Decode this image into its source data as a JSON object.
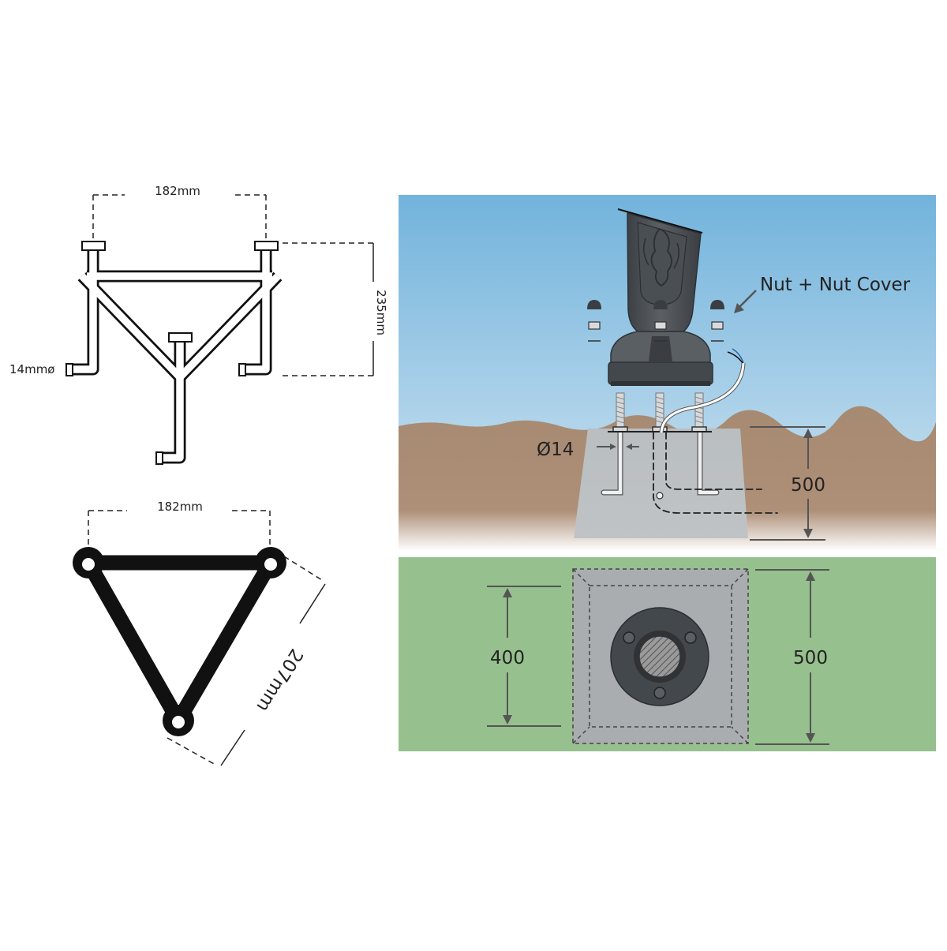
{
  "anchor_cage": {
    "width_label": "182mm",
    "height_label": "235mm",
    "rod_diameter_label": "14mmø"
  },
  "triangle_plan": {
    "width_label": "182mm",
    "side_label": "207mm"
  },
  "elevation_view": {
    "nut_label": "Nut + Nut Cover",
    "rod_diameter_label": "Ø14",
    "depth_label": "500",
    "colors": {
      "sky": "#7bb9de",
      "soil": "#a98a70",
      "concrete": "#b8bdc0",
      "bollard": "#4d5256"
    }
  },
  "plan_view": {
    "width_label": "400",
    "depth_label": "500",
    "colors": {
      "grass": "#96c08d",
      "concrete": "#a9adb0",
      "base": "#43484c"
    }
  }
}
